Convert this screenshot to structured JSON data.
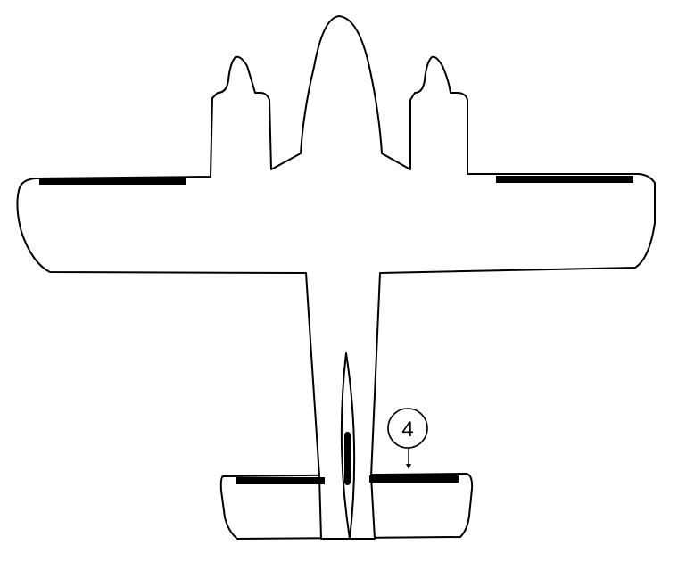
{
  "diagram": {
    "callout_label": "4",
    "colors": {
      "outline": "#000000",
      "fill": "#ffffff",
      "control_surface": "#000000"
    },
    "parts": [
      "fuselage-nose",
      "left-engine-nacelle",
      "right-engine-nacelle",
      "main-wing",
      "left-aileron",
      "right-aileron",
      "tail-boom",
      "horizontal-stabilizer",
      "vertical-fin",
      "rudder",
      "left-elevator",
      "right-elevator",
      "callout-4"
    ]
  }
}
